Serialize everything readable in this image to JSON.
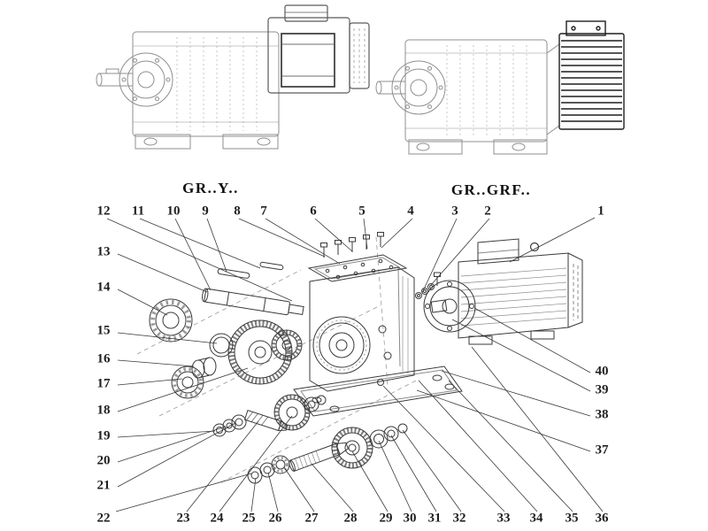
{
  "variants": [
    {
      "label": "GR..Y.."
    },
    {
      "label": "GR..GRF.."
    }
  ],
  "callouts": [
    "1",
    "2",
    "3",
    "4",
    "5",
    "6",
    "7",
    "8",
    "9",
    "10",
    "11",
    "12",
    "13",
    "14",
    "15",
    "16",
    "17",
    "18",
    "19",
    "20",
    "21",
    "22",
    "23",
    "24",
    "25",
    "26",
    "27",
    "28",
    "29",
    "30",
    "31",
    "32",
    "33",
    "34",
    "35",
    "36",
    "37",
    "38",
    "39",
    "40"
  ],
  "colors": {
    "background": "#ffffff",
    "line": "#3a3a3a",
    "light_line": "#8f8f8f",
    "text": "#1f1f1f"
  }
}
